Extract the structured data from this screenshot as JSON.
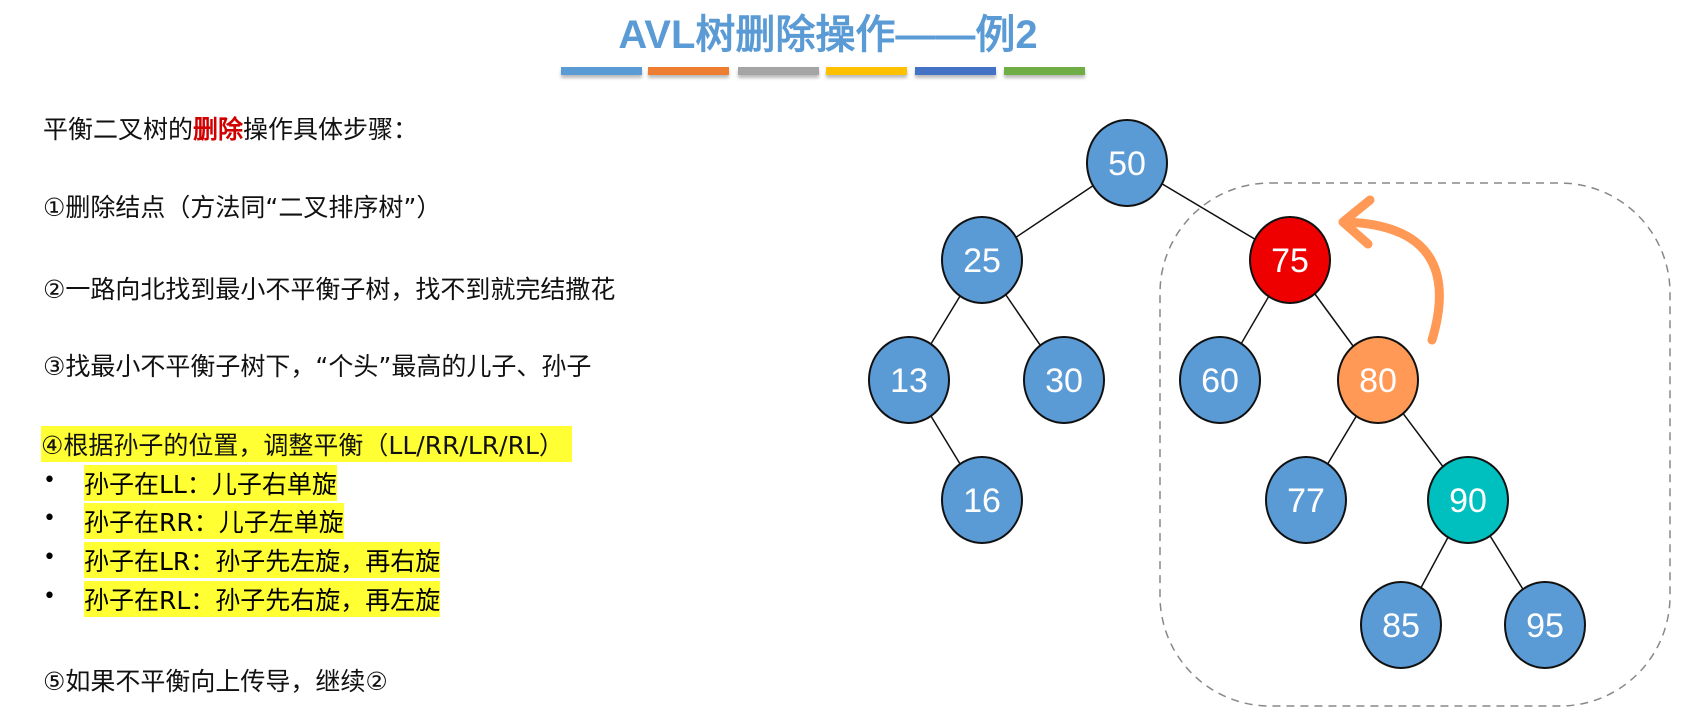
{
  "title": "AVL树删除操作——例2",
  "color_bars": [
    "#5b9bd5",
    "#ed7d31",
    "#a5a5a5",
    "#ffc000",
    "#4472c4",
    "#70ad47"
  ],
  "intro": {
    "before": "平衡二叉树的",
    "highlight": "删除",
    "after": "操作具体步骤："
  },
  "steps": {
    "s1": "①删除结点（方法同“二叉排序树”）",
    "s2": "②一路向北找到最小不平衡子树，找不到就完结撒花",
    "s3": "③找最小不平衡子树下，“个头”最高的儿子、孙子",
    "s4": "④根据孙子的位置，调整平衡（LL/RR/LR/RL）",
    "s5": "⑤如果不平衡向上传导，继续②"
  },
  "bullets": [
    "孙子在LL：儿子右单旋",
    "孙子在RR：儿子左单旋",
    "孙子在LR：孙子先左旋，再右旋",
    "孙子在RL：孙子先右旋，再左旋"
  ],
  "bullet_char": "•",
  "tree": {
    "nodes": [
      {
        "id": "50",
        "color": "#5b9bd5"
      },
      {
        "id": "25",
        "color": "#5b9bd5"
      },
      {
        "id": "75",
        "color": "#ee0000"
      },
      {
        "id": "13",
        "color": "#5b9bd5"
      },
      {
        "id": "30",
        "color": "#5b9bd5"
      },
      {
        "id": "60",
        "color": "#5b9bd5"
      },
      {
        "id": "80",
        "color": "#ff9955"
      },
      {
        "id": "16",
        "color": "#5b9bd5"
      },
      {
        "id": "77",
        "color": "#5b9bd5"
      },
      {
        "id": "90",
        "color": "#00bfbf"
      },
      {
        "id": "85",
        "color": "#5b9bd5"
      },
      {
        "id": "95",
        "color": "#5b9bd5"
      }
    ],
    "edges": [
      [
        "50",
        "25"
      ],
      [
        "50",
        "75"
      ],
      [
        "25",
        "13"
      ],
      [
        "25",
        "30"
      ],
      [
        "13",
        "16"
      ],
      [
        "75",
        "60"
      ],
      [
        "75",
        "80"
      ],
      [
        "80",
        "77"
      ],
      [
        "80",
        "90"
      ],
      [
        "90",
        "85"
      ],
      [
        "90",
        "95"
      ]
    ],
    "arrow_color": "#ff9955"
  }
}
